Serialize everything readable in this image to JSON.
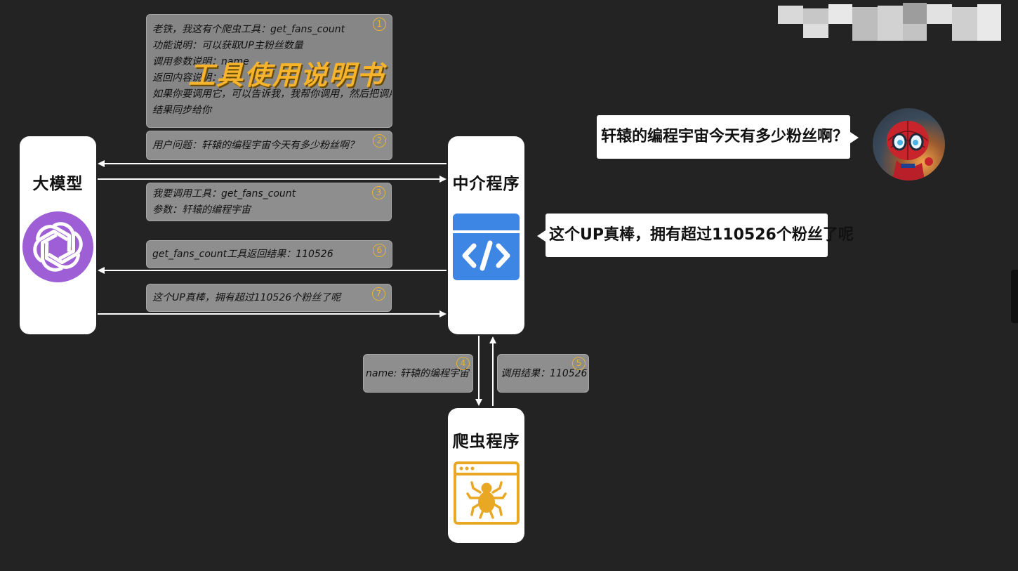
{
  "manual_title": "工具使用说明书",
  "boxes": {
    "b1": {
      "step": "1",
      "lines": [
        "老铁，我这有个爬虫工具：get_fans_count",
        "功能说明：可以获取UP主粉丝数量",
        "调用参数说明：name",
        "返回内容说明：xxx",
        "如果你要调用它，可以告诉我，我帮你调用，然后把调用",
        "结果同步给你"
      ]
    },
    "b2": {
      "step": "2",
      "lines": [
        "用户问题：轩辕的编程宇宙今天有多少粉丝啊？"
      ]
    },
    "b3": {
      "step": "3",
      "lines": [
        "我要调用工具：get_fans_count",
        "参数：轩辕的编程宇宙"
      ]
    },
    "b4": {
      "step": "4",
      "lines": [
        "name: 轩辕的编程宇宙"
      ]
    },
    "b5": {
      "step": "5",
      "lines": [
        "调用结果：110526"
      ]
    },
    "b6": {
      "step": "6",
      "lines": [
        "get_fans_count工具返回结果：110526"
      ]
    },
    "b7": {
      "step": "7",
      "lines": [
        "这个UP真棒，拥有超过110526个粉丝了呢"
      ]
    }
  },
  "components": {
    "llm": "大模型",
    "middleware": "中介程序",
    "crawler": "爬虫程序"
  },
  "user_question": "轩辕的编程宇宙今天有多少粉丝啊？",
  "final_answer": "这个UP真棒，拥有超过110526个粉丝了呢",
  "icons": {
    "llm": "openai-logo-icon",
    "middleware": "code-brackets-icon",
    "crawler": "spider-browser-icon",
    "user": "spiderman-avatar-icon"
  },
  "colors": {
    "background": "#232323",
    "box": "#8e8e8e",
    "accent": "#e6b43a",
    "title": "#f6b32c",
    "llm_logo": "#9e5fd6",
    "code_icon": "#3d86e4",
    "spider_icon": "#e8a823"
  }
}
